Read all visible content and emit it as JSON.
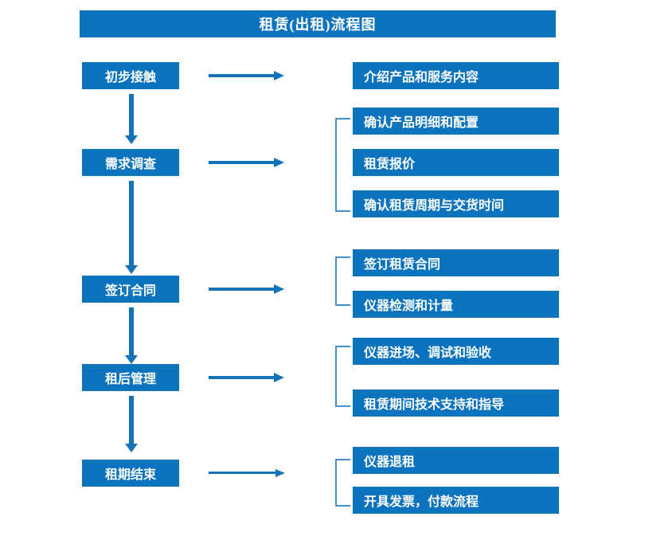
{
  "title": "租赁(出租)流程图",
  "colors": {
    "box_fill": "#0C73BE",
    "box_text": "#FFFFFF",
    "arrow": "#1273B8",
    "bracket": "#4A90C8",
    "background": "#FFFFFF"
  },
  "stages": [
    {
      "id": "stage-1",
      "label": "初步接触",
      "details": [
        "介绍产品和服务内容"
      ],
      "bracketed": false
    },
    {
      "id": "stage-2",
      "label": "需求调查",
      "details": [
        "确认产品明细和配置",
        "租赁报价",
        "确认租赁周期与交货时间"
      ],
      "bracketed": true
    },
    {
      "id": "stage-3",
      "label": "签订合同",
      "details": [
        "签订租赁合同",
        "仪器检测和计量"
      ],
      "bracketed": true
    },
    {
      "id": "stage-4",
      "label": "租后管理",
      "details": [
        "仪器进场、调试和验收",
        "租赁期间技术支持和指导"
      ],
      "bracketed": true
    },
    {
      "id": "stage-5",
      "label": "租期结束",
      "details": [
        "仪器退租",
        "开具发票，付款流程"
      ],
      "bracketed": true
    }
  ]
}
